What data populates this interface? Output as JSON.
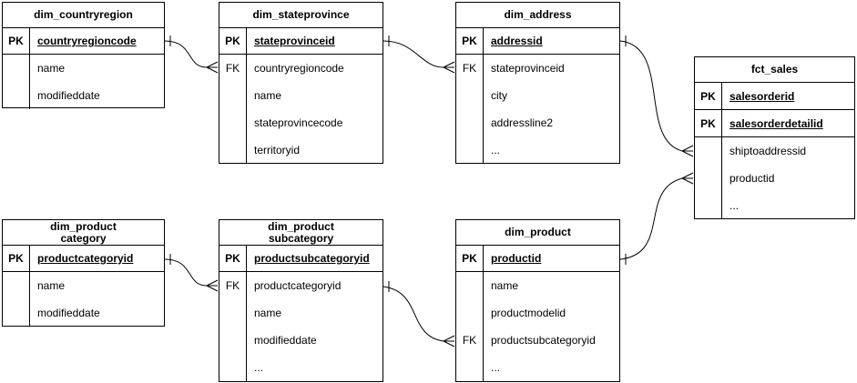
{
  "diagram": {
    "colors": {
      "line": "#000000",
      "background": "#ffffff",
      "text": "#000000"
    },
    "tables": {
      "countryregion": {
        "title": "dim_countryregion",
        "pk": {
          "key": "PK",
          "field": "countryregioncode"
        },
        "rows": [
          {
            "key": "",
            "field": "name"
          },
          {
            "key": "",
            "field": "modifieddate"
          }
        ]
      },
      "stateprovince": {
        "title": "dim_stateprovince",
        "pk": {
          "key": "PK",
          "field": "stateprovinceid"
        },
        "rows": [
          {
            "key": "FK",
            "field": "countryregioncode"
          },
          {
            "key": "",
            "field": "name"
          },
          {
            "key": "",
            "field": "stateprovincecode"
          },
          {
            "key": "",
            "field": "territoryid"
          }
        ]
      },
      "address": {
        "title": "dim_address",
        "pk": {
          "key": "PK",
          "field": "addressid"
        },
        "rows": [
          {
            "key": "FK",
            "field": "stateprovinceid"
          },
          {
            "key": "",
            "field": "city"
          },
          {
            "key": "",
            "field": "addressline2"
          },
          {
            "key": "",
            "field": "..."
          }
        ]
      },
      "fct_sales": {
        "title": "fct_sales",
        "pks": [
          {
            "key": "PK",
            "field": "salesorderid"
          },
          {
            "key": "PK",
            "field": "salesorderdetailid"
          }
        ],
        "rows": [
          {
            "key": "",
            "field": "shiptoaddressid"
          },
          {
            "key": "",
            "field": "productid"
          },
          {
            "key": "",
            "field": "..."
          }
        ]
      },
      "productcategory": {
        "title_line1": "dim_product",
        "title_line2": "category",
        "pk": {
          "key": "PK",
          "field": "productcategoryid"
        },
        "rows": [
          {
            "key": "",
            "field": "name"
          },
          {
            "key": "",
            "field": "modifieddate"
          }
        ]
      },
      "productsubcategory": {
        "title_line1": "dim_product",
        "title_line2": "subcategory",
        "pk": {
          "key": "PK",
          "field": "productsubcategoryid"
        },
        "rows": [
          {
            "key": "FK",
            "field": "productcategoryid"
          },
          {
            "key": "",
            "field": "name"
          },
          {
            "key": "",
            "field": "modifieddate"
          },
          {
            "key": "",
            "field": "..."
          }
        ]
      },
      "product": {
        "title": "dim_product",
        "pk": {
          "key": "PK",
          "field": "productid"
        },
        "rows": [
          {
            "key": "",
            "field": "name"
          },
          {
            "key": "",
            "field": "productmodelid"
          },
          {
            "key": "FK",
            "field": "productsubcategoryid"
          },
          {
            "key": "",
            "field": "..."
          }
        ]
      }
    },
    "relations": [
      {
        "from": "dim_countryregion.countryregioncode",
        "to": "dim_stateprovince.countryregioncode",
        "cardinality": "one-to-many"
      },
      {
        "from": "dim_stateprovince.stateprovinceid",
        "to": "dim_address.stateprovinceid",
        "cardinality": "one-to-many"
      },
      {
        "from": "dim_address.addressid",
        "to": "fct_sales.shiptoaddressid",
        "cardinality": "one-to-many"
      },
      {
        "from": "dim_product.productid",
        "to": "fct_sales.productid",
        "cardinality": "one-to-many"
      },
      {
        "from": "dim_productcategory.productcategoryid",
        "to": "dim_productsubcategory.productcategoryid",
        "cardinality": "one-to-many"
      },
      {
        "from": "dim_productsubcategory.productsubcategoryid",
        "to": "dim_product.productsubcategoryid",
        "cardinality": "one-to-many"
      }
    ]
  }
}
